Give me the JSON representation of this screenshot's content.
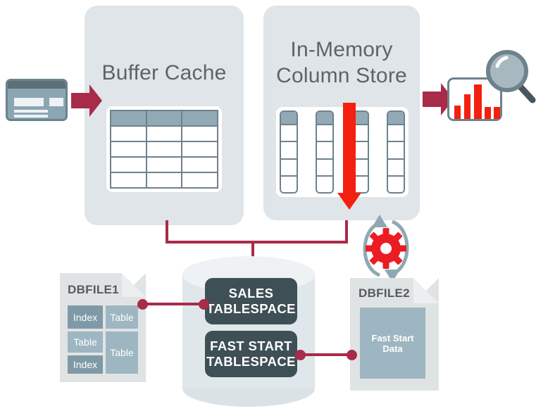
{
  "diagram": {
    "title": "Oracle Database In-Memory Fast Start architecture",
    "colors": {
      "panel_bg": "#dfe5e8",
      "arrow_dark_red": "#a82b49",
      "arrow_bright_red": "#f4200f",
      "table_header_blue": "#92aab6",
      "table_border": "#6d828c",
      "tablespace_box": "#3e4f55",
      "cylinder": "#e0e7eb",
      "file_bg": "#e0e3e4",
      "gear_red": "#ec1c24",
      "recycle_arrow": "#7f9aa6",
      "title_text": "#5d6467"
    },
    "panels": [
      {
        "id": "buffer-cache",
        "title": "Buffer Cache",
        "title_lines": [
          "Buffer Cache"
        ]
      },
      {
        "id": "in-memory-column-store",
        "title": "In-Memory Column Store",
        "title_lines": [
          "In-Memory",
          "Column Store"
        ]
      }
    ],
    "buffer_cache_table": {
      "columns": 3,
      "header_row": true,
      "body_rows": 4
    },
    "column_store": {
      "column_count": 4,
      "cells_per_column": 4,
      "header_cell": true,
      "highlighted_column_index": 3,
      "population_arrow": {
        "direction": "down",
        "color": "#f4200f"
      }
    },
    "icons": {
      "input": {
        "name": "credit-card-icon",
        "label": ""
      },
      "output": {
        "name": "analytics-report-magnifier-icon",
        "label": ""
      },
      "populate": {
        "name": "gear-recycle-icon",
        "label": ""
      }
    },
    "report_chart": {
      "type": "bar",
      "categories": [
        "1",
        "2",
        "3",
        "4",
        "5"
      ],
      "values": [
        34,
        62,
        88,
        30,
        30
      ],
      "title": "",
      "xlabel": "",
      "ylabel": "",
      "ylim": [
        0,
        100
      ],
      "bar_color": "#f4200f"
    },
    "database": {
      "name": "",
      "tablespaces": [
        {
          "id": "sales-tablespace",
          "lines": [
            "SALES",
            "TABLESPACE"
          ]
        },
        {
          "id": "fast-start-tablespace",
          "lines": [
            "FAST START",
            "TABLESPACE"
          ]
        }
      ]
    },
    "files": [
      {
        "id": "dbfile1",
        "label": "DBFILE1",
        "blocks": [
          {
            "text": "Index",
            "tone": "dark"
          },
          {
            "text": "Table",
            "tone": "light"
          },
          {
            "text": "Table",
            "tone": "light"
          },
          {
            "text": "Table",
            "tone": "light"
          },
          {
            "text": "Index",
            "tone": "dark"
          }
        ]
      },
      {
        "id": "dbfile2",
        "label": "DBFILE2",
        "blocks": [
          {
            "text": "Fast Start\nData",
            "tone": "light"
          }
        ],
        "block_lines": [
          "Fast Start",
          "Data"
        ]
      }
    ],
    "connections": [
      {
        "id": "conn-dbfile1-sales",
        "from": "dbfile1",
        "to": "sales-tablespace"
      },
      {
        "id": "conn-faststart-dbfile2",
        "from": "fast-start-tablespace",
        "to": "dbfile2"
      },
      {
        "id": "conn-panels-database",
        "from": "panels",
        "to": "database"
      },
      {
        "id": "conn-columnstore-dbfile2",
        "from": "in-memory-column-store",
        "to": "dbfile2"
      }
    ]
  }
}
